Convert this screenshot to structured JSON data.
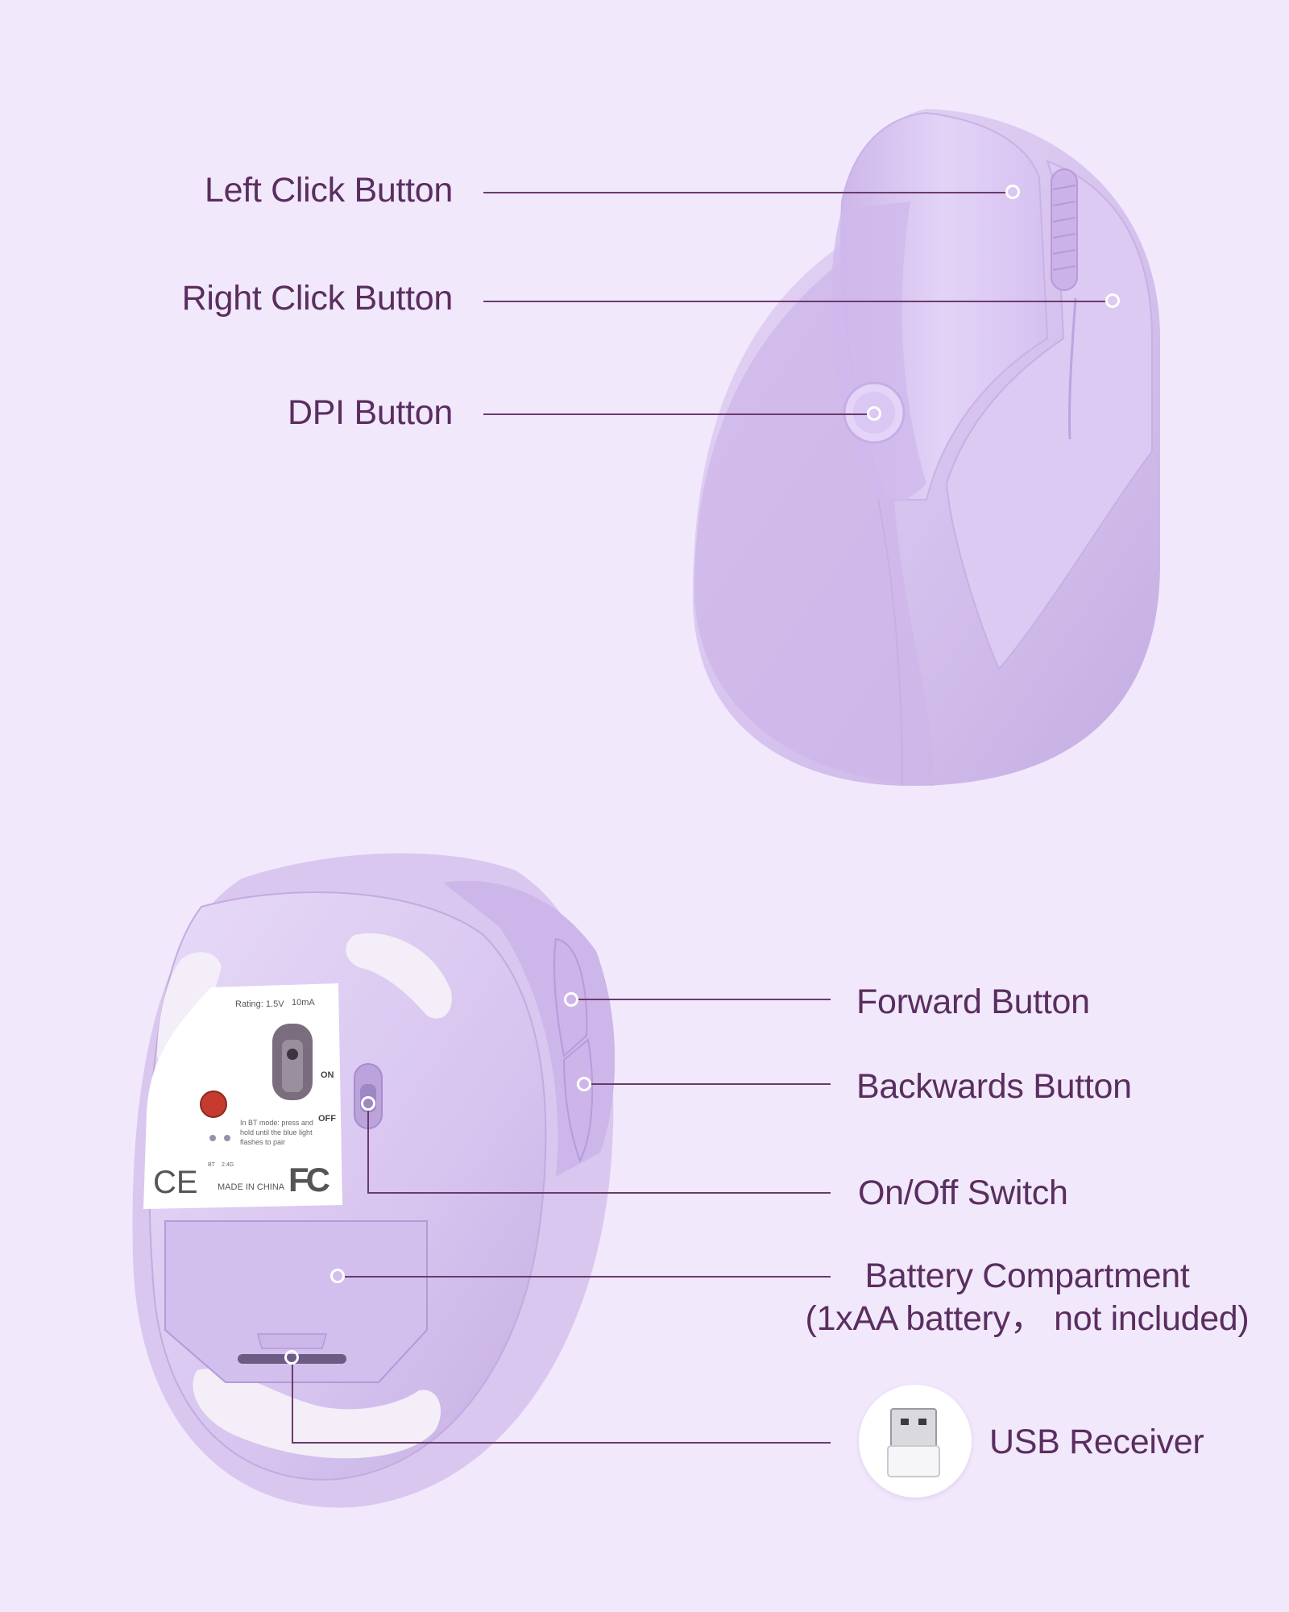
{
  "colors": {
    "background": "#f1e8fc",
    "label_text": "#5a2e5e",
    "leader_line": "#6b3a6b",
    "mouse_body": "#d9c7ef",
    "mouse_shadow": "#b9a2d8",
    "foot_pad": "#f3eef7",
    "power_button": "#c63b2e"
  },
  "top_view": {
    "callouts": [
      {
        "label": "Left Click Button"
      },
      {
        "label": "Right Click Button"
      },
      {
        "label": "DPI Button"
      }
    ]
  },
  "bottom_view": {
    "sticker": {
      "rating": "Rating: 1.5V",
      "rating_current": "10mA",
      "switch_on": "ON",
      "switch_off": "OFF",
      "pair_note_1": "In BT mode: press and",
      "pair_note_2": "hold until the blue light",
      "pair_note_3": "flashes to pair",
      "mode_bt": "BT",
      "mode_24g": "2.4G",
      "ce_mark": "CE",
      "made_in": "MADE IN CHINA",
      "fcc_mark": "FC"
    },
    "callouts": [
      {
        "label": "Forward Button"
      },
      {
        "label": "Backwards Button"
      },
      {
        "label": "On/Off Switch"
      },
      {
        "label": "Battery Compartment",
        "sub": "(1xAA battery， not included)"
      },
      {
        "label": "USB Receiver"
      }
    ]
  }
}
